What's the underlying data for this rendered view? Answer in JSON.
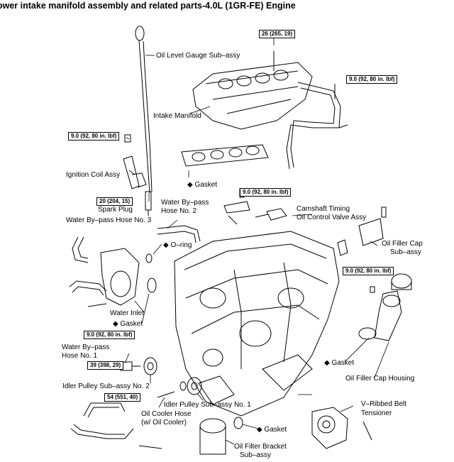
{
  "title": "ower intake manifold assembly and related parts-4.0L (1GR-FE) Engine",
  "torque_specs": {
    "t1": "26 (265, 19)",
    "t2": "9.0 (92, 80 in. lbf)",
    "t3": "9.0 (92, 80 in. lbf)",
    "t4": "20 (204, 15)",
    "t5": "9.0 (92, 80 in. lbf)",
    "t6": "9.0 (92, 80 in. lbf)",
    "t7": "9.0 (92, 80 in. lbf)",
    "t8": "39 (398, 29)",
    "t9": "54 (551, 40)"
  },
  "labels": {
    "oil_level_gauge": "Oil Level Gauge Sub–assy",
    "intake_manifold": "Intake Manifold",
    "gasket_top": "◆ Gasket",
    "ignition_coil": "Ignition Coil Assy",
    "spark_plug": "Spark Plug",
    "water_bypass_hose2_a": "Water By–pass",
    "water_bypass_hose2_b": "Hose No. 2",
    "water_bypass_hose3": "Water By–pass Hose No. 3",
    "camshaft_timing_a": "Camshaft Timing",
    "camshaft_timing_b": "Oil Control Valve Assy",
    "o_ring": "◆ O–ring",
    "oil_filler_cap_a": "Oil Filler Cap",
    "oil_filler_cap_b": "Sub–assy",
    "water_inlet": "Water Inlet",
    "gasket_inlet": "◆ Gasket",
    "water_bypass_hose1_a": "Water By–pass",
    "water_bypass_hose1_b": "Hose No. 1",
    "gasket_filler": "◆ Gasket",
    "oil_filler_housing": "Oil Filler Cap Housing",
    "idler_pulley2": "Idler Pulley Sub–assy No. 2",
    "idler_pulley1": "Idler Pulley Sub–assy No. 1",
    "oil_cooler_hose_a": "Oil Cooler Hose",
    "oil_cooler_hose_b": "(w/ Oil Cooler)",
    "vribbed_a": "V–Ribbed Belt",
    "vribbed_b": "Tensioner",
    "gasket_bottom": "◆ Gasket",
    "oil_filter_bracket_a": "Oil Filter Bracket",
    "oil_filter_bracket_b": "Sub–assy"
  }
}
